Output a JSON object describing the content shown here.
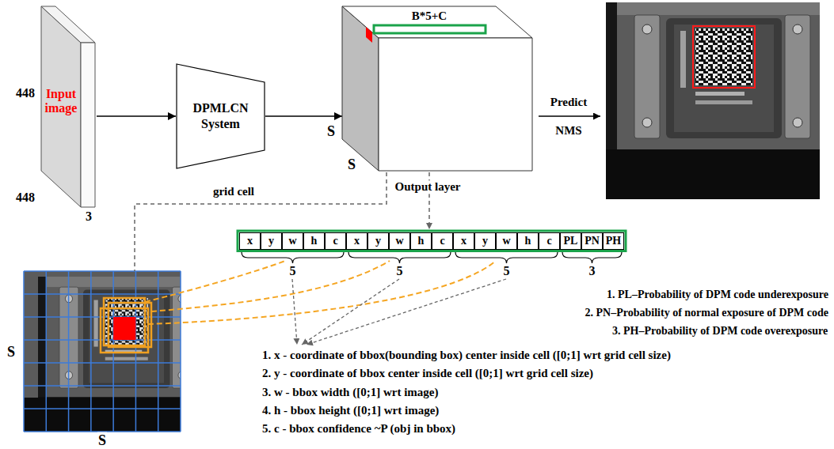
{
  "diagram": {
    "nodes": [
      {
        "text": [
          "Input image"
        ]
      },
      {
        "text": [
          "DPMLCN System"
        ]
      },
      {
        "text": [
          "B*5+C"
        ]
      },
      {
        "text": [
          "x"
        ]
      },
      {
        "text": [
          "y"
        ]
      },
      {
        "text": [
          "w"
        ]
      },
      {
        "text": [
          "h"
        ]
      },
      {
        "text": [
          "c"
        ]
      },
      {
        "text": [
          "x"
        ]
      },
      {
        "text": [
          "y"
        ]
      },
      {
        "text": [
          "w"
        ]
      },
      {
        "text": [
          "h"
        ]
      },
      {
        "text": [
          "c"
        ]
      },
      {
        "text": [
          "x"
        ]
      },
      {
        "text": [
          "y"
        ]
      },
      {
        "text": [
          "w"
        ]
      },
      {
        "text": [
          "h"
        ]
      },
      {
        "text": [
          "c"
        ]
      },
      {
        "text": [
          "PL"
        ]
      },
      {
        "text": [
          "PN"
        ]
      },
      {
        "text": [
          "PH"
        ]
      }
    ],
    "edges": [
      {
        "from": 0,
        "to": 1,
        "arrow": "to"
      },
      {
        "from": 1,
        "to": 2,
        "arrow": "to"
      }
    ],
    "labels": [
      "448",
      "448",
      "3",
      "S",
      "S",
      "Output layer",
      "Predict",
      "NMS",
      "grid cell",
      "5",
      "5",
      "5",
      "3",
      "1. PL–Probability of DPM code underexposure",
      "2. PN–Probability of normal exposure of DPM code",
      "3. PH–Probability of DPM code overexposure",
      "S",
      "S",
      "1. x - coordinate of bbox(bounding box) center inside cell ([0;1] wrt grid cell size)",
      "2. y - coordinate of bbox center inside cell ([0;1] wrt grid cell size)",
      "3. w - bbox width ([0;1] wrt image)",
      "4. h - bbox height ([0;1] wrt image)",
      "5. c - bbox confidence ~P (obj in bbox)"
    ]
  }
}
